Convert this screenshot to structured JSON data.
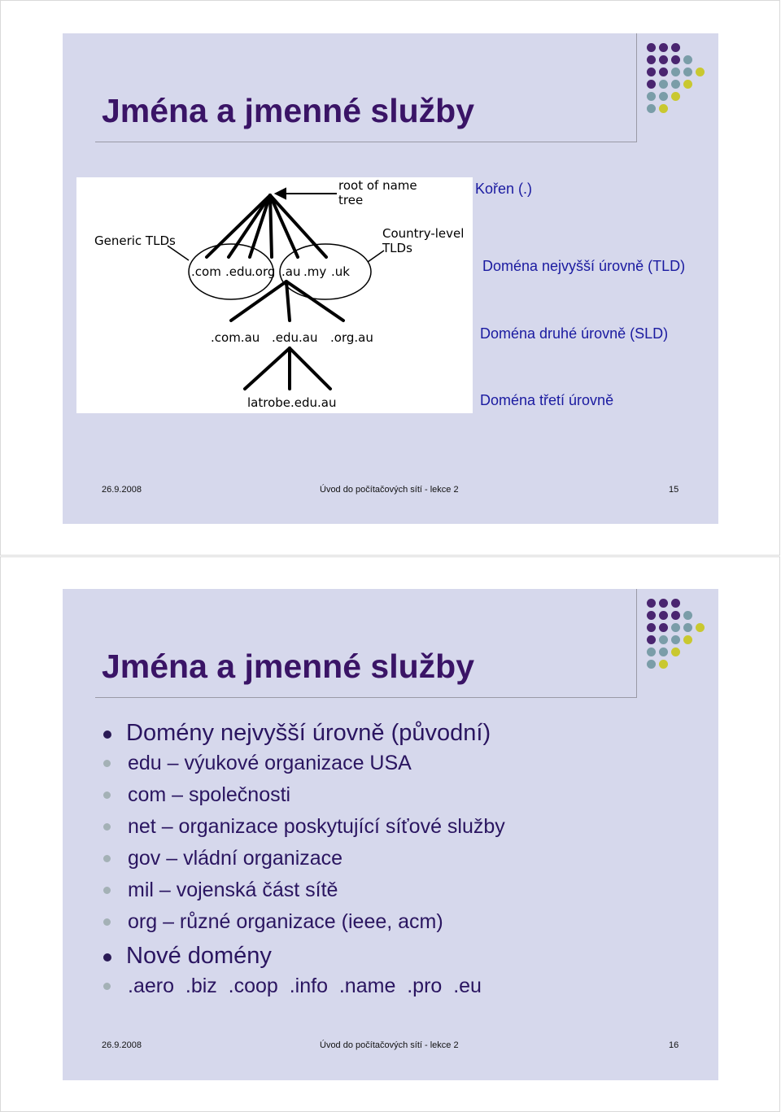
{
  "slide1": {
    "title": "Jména a jmenné služby",
    "diagram": {
      "root_label_1": "root of name",
      "root_label_2": "tree",
      "generic_label": "Generic TLDs",
      "country_label_1": "Country-level",
      "country_label_2": "TLDs",
      "generic_tlds": [
        ".com",
        ".edu",
        ".org"
      ],
      "country_tlds": [
        ".au",
        ".my",
        ".uk"
      ],
      "sld": [
        ".com.au",
        ".edu.au",
        ".org.au"
      ],
      "third": "latrobe.edu.au"
    },
    "levels": {
      "root": "Kořen (.)",
      "tld": "Doména nejvyšší úrovně (TLD)",
      "sld": "Doména druhé úrovně (SLD)",
      "third": "Doména třetí úrovně"
    },
    "footer": {
      "date": "26.9.2008",
      "course": "Úvod do počítačových sítí - lekce 2",
      "page": "15"
    }
  },
  "slide2": {
    "title": "Jména a jmenné služby",
    "bullets": [
      {
        "text": "Domény nejvyšší úrovně (původní)",
        "sub": [
          "edu – výukové organizace USA",
          "com – společnosti",
          "net – organizace poskytující síťové služby",
          "gov – vládní organizace",
          "mil – vojenská část sítě",
          "org – různé organizace (ieee, acm)"
        ]
      },
      {
        "text": "Nové domény",
        "sub": [
          ".aero  .biz  .coop  .info  .name  .pro  .eu"
        ]
      }
    ],
    "footer": {
      "date": "26.9.2008",
      "course": "Úvod do počítačových sítí - lekce 2",
      "page": "16"
    }
  },
  "colors": {
    "slide_bg": "#d6d8ec",
    "title": "#3a1466",
    "dot_purple": "#4a2570",
    "dot_teal": "#7a9da8",
    "dot_yellow": "#c9c830"
  }
}
